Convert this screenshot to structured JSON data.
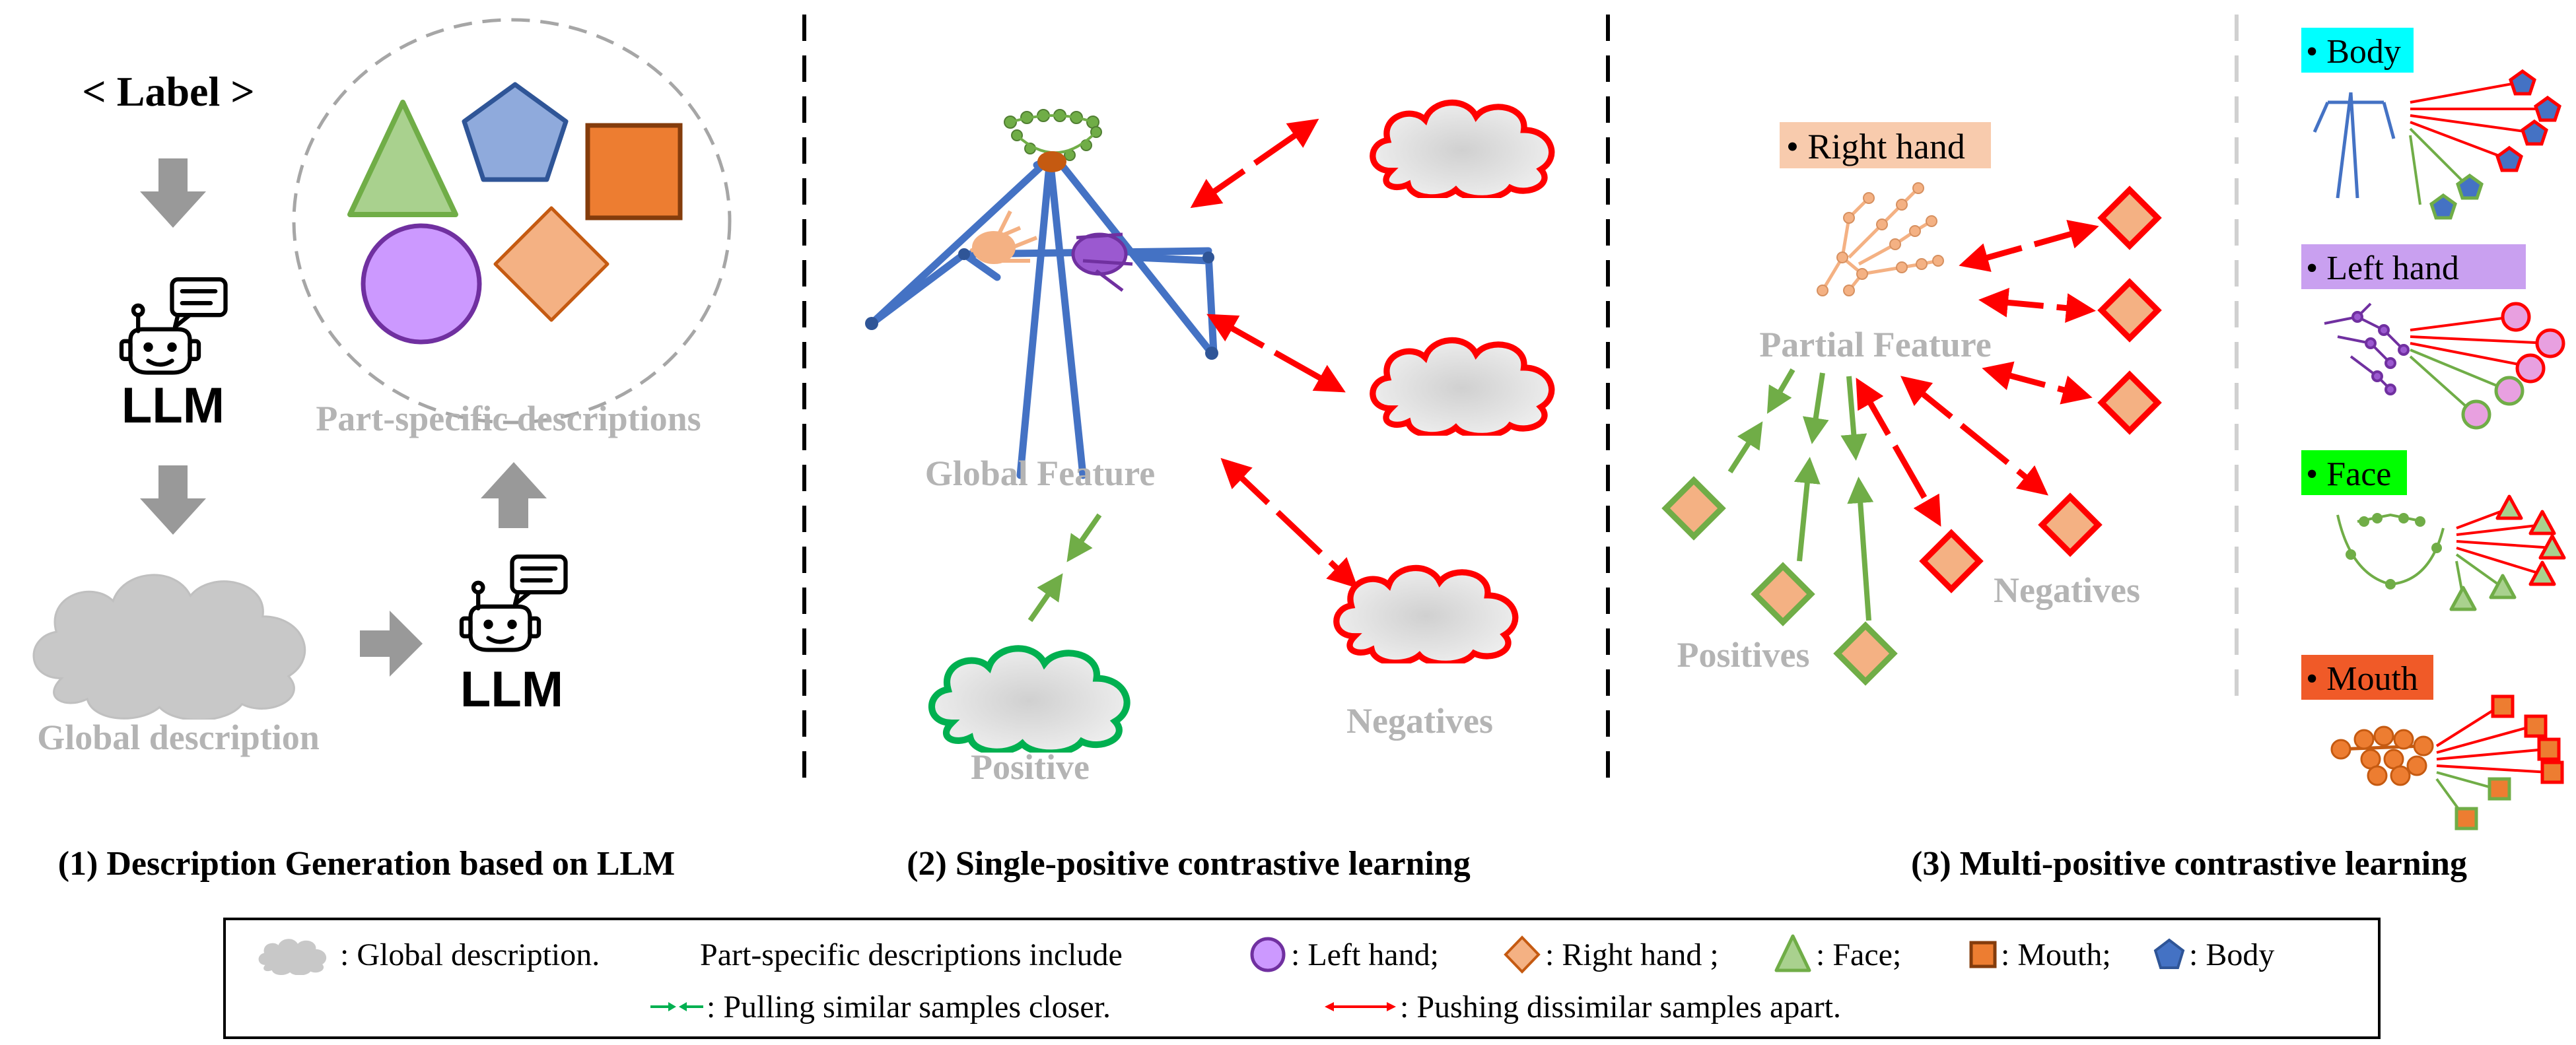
{
  "panel1": {
    "label": "< Label >",
    "llm_text": "LLM",
    "part_specific": "Part-specific descriptions",
    "global_description": "Global description",
    "caption": "(1) Description Generation based on LLM"
  },
  "panel2": {
    "global_feature": "Global Feature",
    "positive": "Positive",
    "negatives": "Negatives",
    "caption": "(2) Single-positive contrastive learning"
  },
  "panel3": {
    "right_hand": "• Right hand",
    "partial_feature": "Partial Feature",
    "positives": "Positives",
    "negatives": "Negatives",
    "caption": "(3) Multi-positive contrastive learning"
  },
  "side": {
    "body": "• Body",
    "left_hand": "• Left hand",
    "face": "• Face",
    "mouth": "• Mouth"
  },
  "legend": {
    "global_desc": ": Global description.",
    "part_specific_include": "Part-specific descriptions include",
    "left_hand": ": Left hand;",
    "right_hand": ": Right hand ;",
    "face": ": Face;",
    "mouth": ": Mouth;",
    "body": ": Body",
    "pull": ": Pulling similar samples closer.",
    "push": ": Pushing dissimilar samples apart."
  },
  "colors": {
    "green": "#70ad47",
    "red": "#ff0000",
    "blue": "#4472c4",
    "orange": "#ed7d31",
    "purple": "#c07ff0",
    "peach": "#f4b183",
    "gray_text": "#b4b4b4",
    "body_tag": "#00ffff",
    "left_hand_tag": "#c9a0f0",
    "face_tag": "#00ff00",
    "mouth_tag": "#f05a28",
    "right_hand_tag": "#f8cbad"
  }
}
